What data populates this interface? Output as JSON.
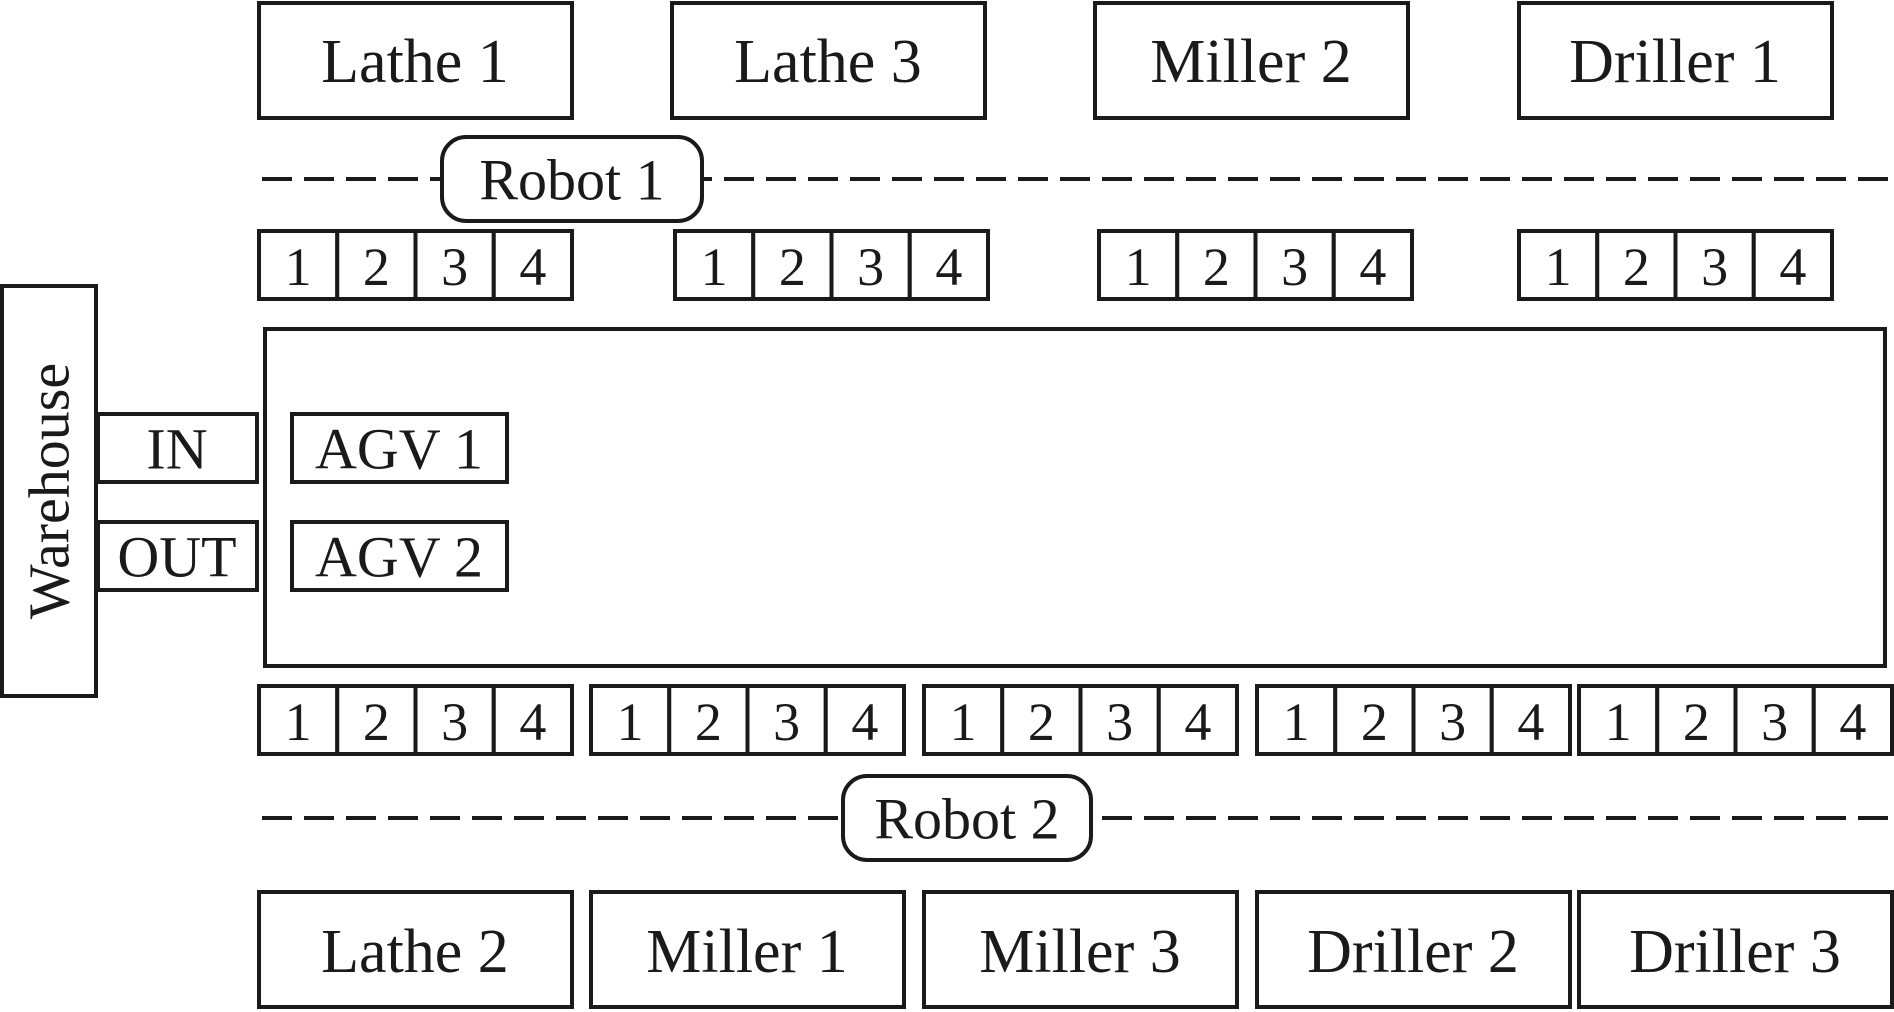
{
  "warehouse": {
    "label": "Warehouse",
    "in_label": "IN",
    "out_label": "OUT"
  },
  "agvs": [
    "AGV 1",
    "AGV 2"
  ],
  "robots": {
    "top": "Robot 1",
    "bottom": "Robot 2"
  },
  "machines_top": [
    "Lathe 1",
    "Lathe 3",
    "Miller 2",
    "Driller 1"
  ],
  "machines_bottom": [
    "Lathe 2",
    "Miller 1",
    "Miller 3",
    "Driller 2",
    "Driller 3"
  ],
  "buffer_slots": [
    "1",
    "2",
    "3",
    "4"
  ],
  "colors": {
    "stroke": "#1a1a1a",
    "background": "#ffffff"
  }
}
